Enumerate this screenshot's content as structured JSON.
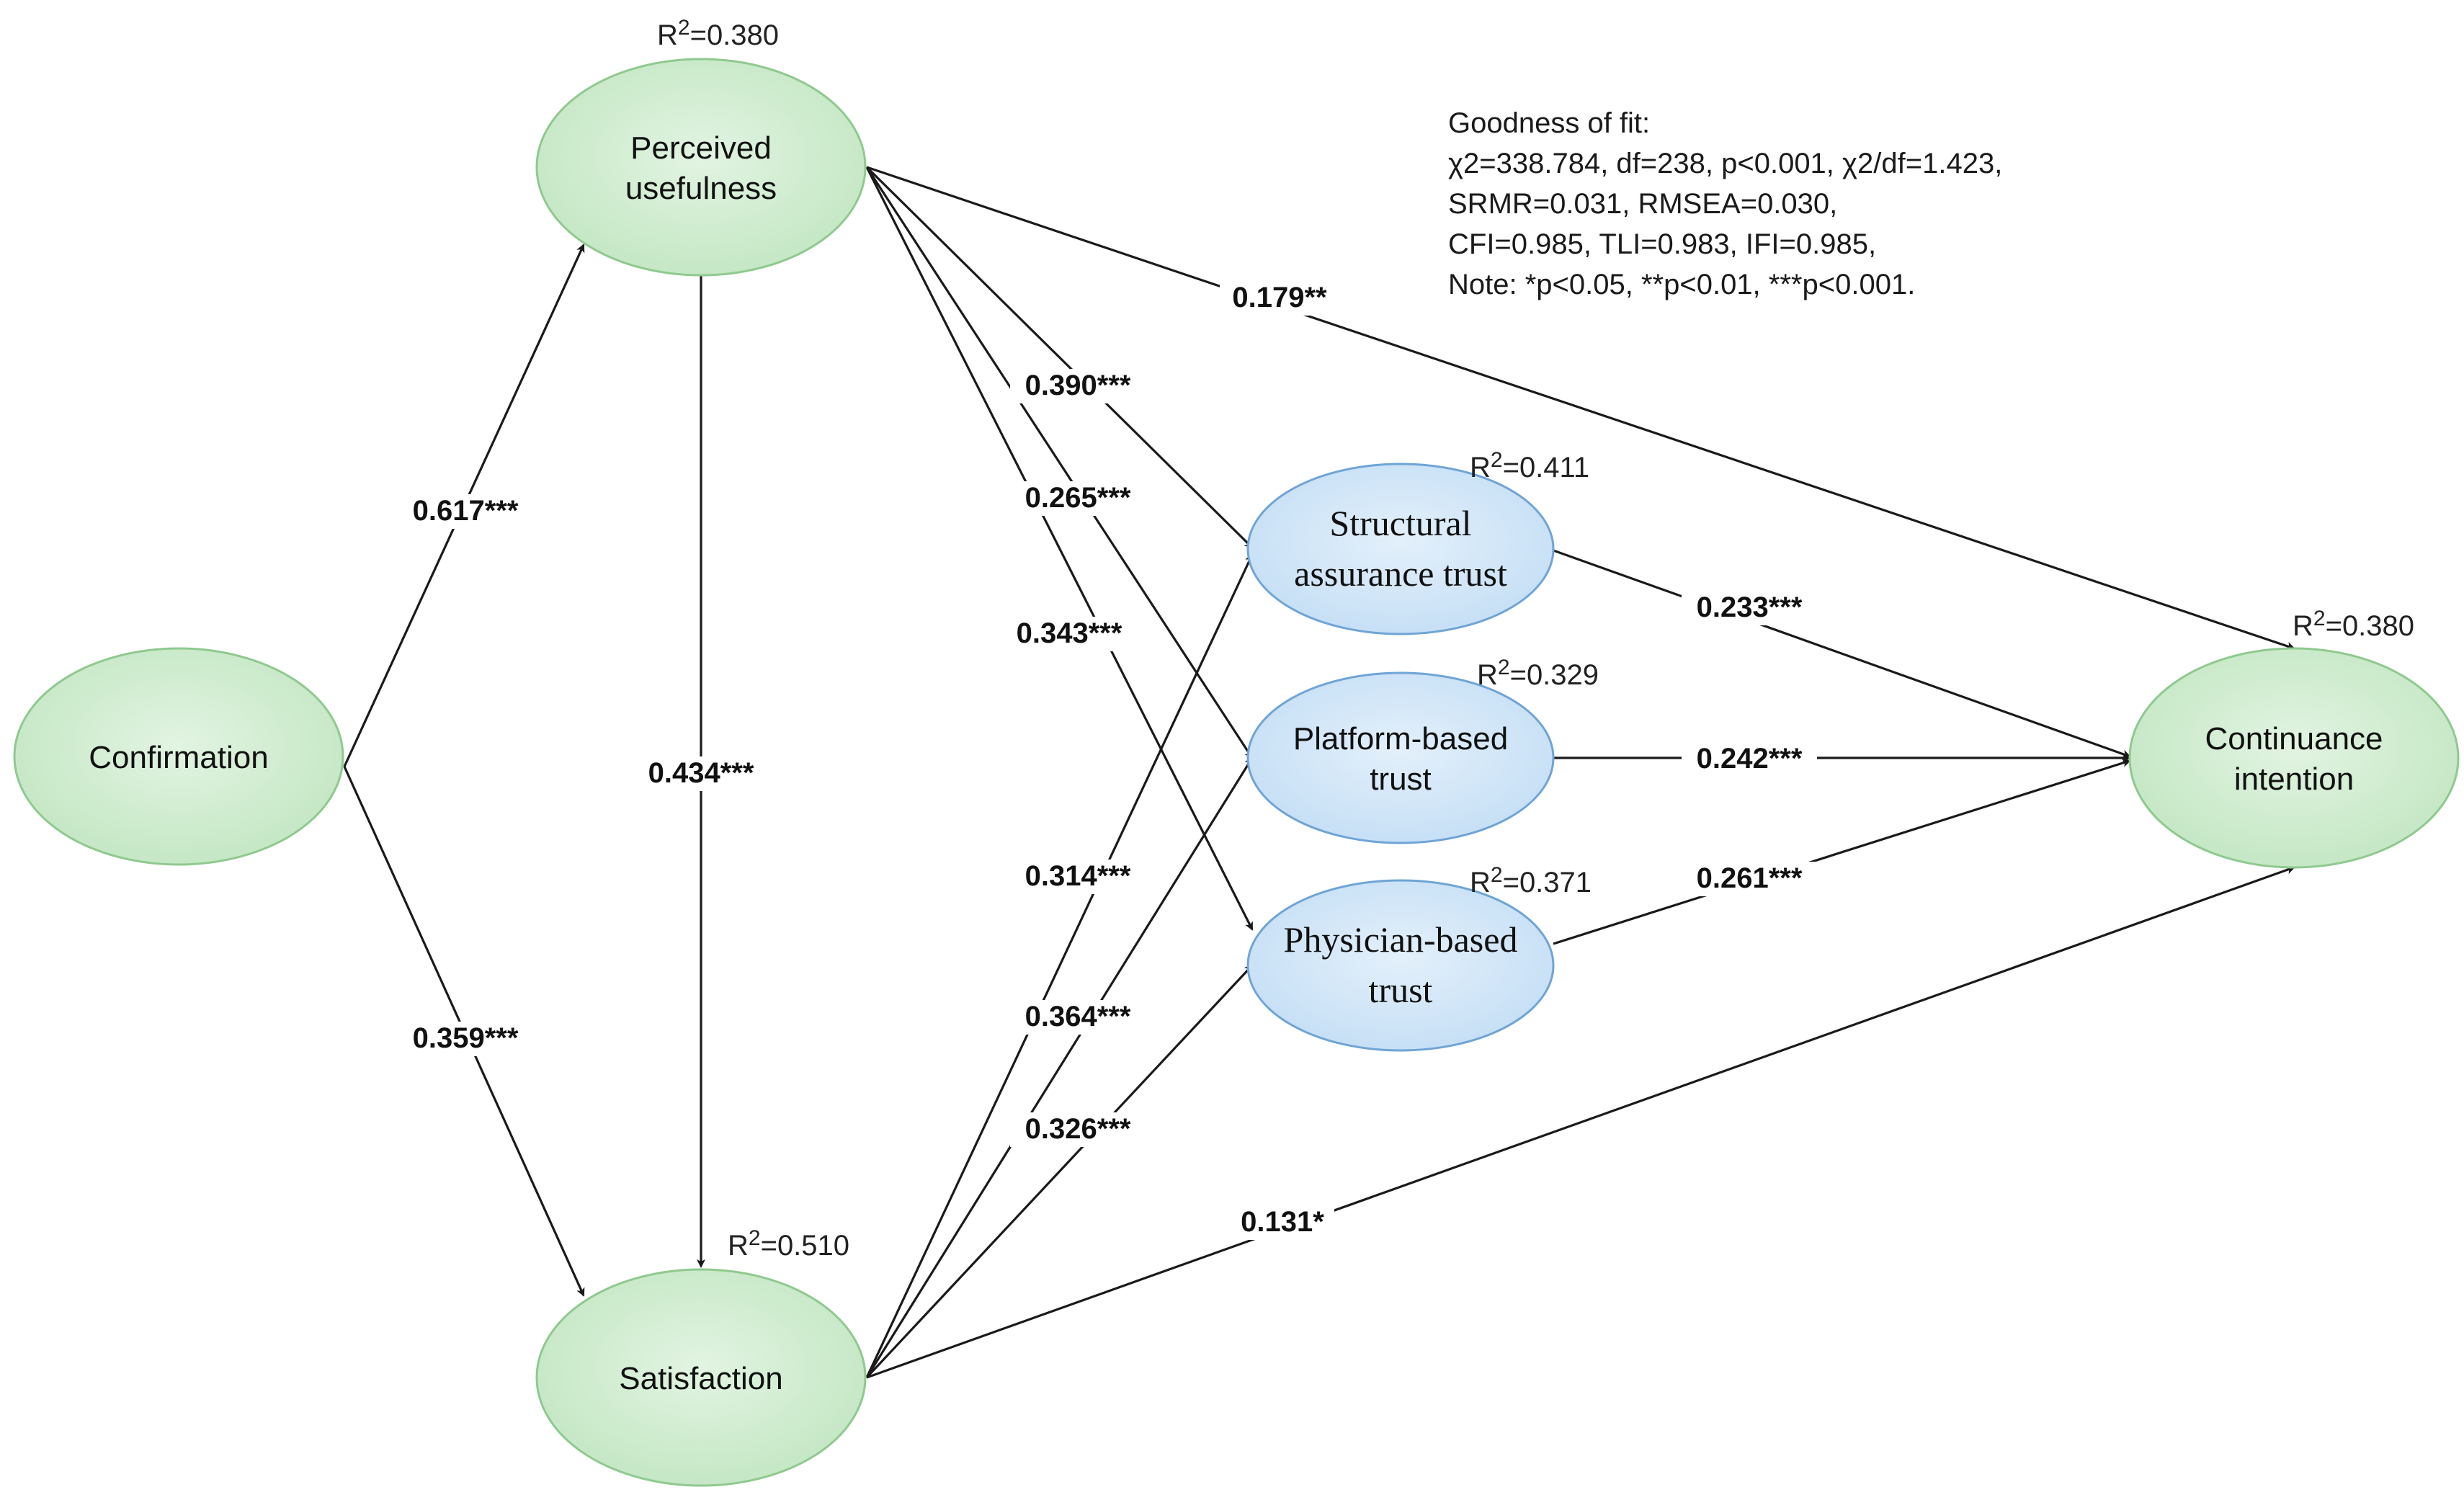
{
  "nodes": {
    "confirmation": {
      "label_lines": [
        "Confirmation"
      ],
      "r2": ""
    },
    "perceived_usefulness": {
      "label_lines": [
        "Perceived",
        "usefulness"
      ],
      "r2": "=0.380"
    },
    "satisfaction": {
      "label_lines": [
        "Satisfaction"
      ],
      "r2": "=0.510"
    },
    "structural_trust": {
      "label_lines": [
        "Structural",
        "assurance trust"
      ],
      "r2": "=0.411"
    },
    "platform_trust": {
      "label_lines": [
        "Platform-based",
        "trust"
      ],
      "r2": "=0.329"
    },
    "physician_trust": {
      "label_lines": [
        "Physician-based",
        "trust"
      ],
      "r2": "=0.371"
    },
    "continuance_intention": {
      "label_lines": [
        "Continuance",
        "intention"
      ],
      "r2": "=0.380"
    }
  },
  "r2_prefix": "R",
  "r2_sup": "2",
  "paths": [
    {
      "from": "confirmation",
      "to": "perceived_usefulness",
      "coef": "0.617***"
    },
    {
      "from": "confirmation",
      "to": "satisfaction",
      "coef": "0.359***"
    },
    {
      "from": "perceived_usefulness",
      "to": "satisfaction",
      "coef": "0.434***"
    },
    {
      "from": "perceived_usefulness",
      "to": "structural_trust",
      "coef": "0.390***"
    },
    {
      "from": "perceived_usefulness",
      "to": "platform_trust",
      "coef": "0.265***"
    },
    {
      "from": "perceived_usefulness",
      "to": "physician_trust",
      "coef": "0.343***"
    },
    {
      "from": "perceived_usefulness",
      "to": "continuance_intention",
      "coef": "0.179**"
    },
    {
      "from": "satisfaction",
      "to": "structural_trust",
      "coef": "0.314***"
    },
    {
      "from": "satisfaction",
      "to": "platform_trust",
      "coef": "0.364***"
    },
    {
      "from": "satisfaction",
      "to": "physician_trust",
      "coef": "0.326***"
    },
    {
      "from": "satisfaction",
      "to": "continuance_intention",
      "coef": "0.131*"
    },
    {
      "from": "structural_trust",
      "to": "continuance_intention",
      "coef": "0.233***"
    },
    {
      "from": "platform_trust",
      "to": "continuance_intention",
      "coef": "0.242***"
    },
    {
      "from": "physician_trust",
      "to": "continuance_intention",
      "coef": "0.261***"
    }
  ],
  "goodness_of_fit": {
    "lines": [
      "Goodness of fit:",
      "χ2=338.784, df=238, p<0.001, χ2/df=1.423,",
      "SRMR=0.031, RMSEA=0.030,",
      "CFI=0.985, TLI=0.983, IFI=0.985,",
      "Note: *p<0.05, **p<0.01, ***p<0.001."
    ]
  },
  "colors": {
    "construct_fill": "#d4edd4",
    "construct_stroke": "#8fc98f",
    "trust_fill": "#d3e6f8",
    "trust_stroke": "#6fa4d6",
    "line": "#1a1a1a"
  }
}
